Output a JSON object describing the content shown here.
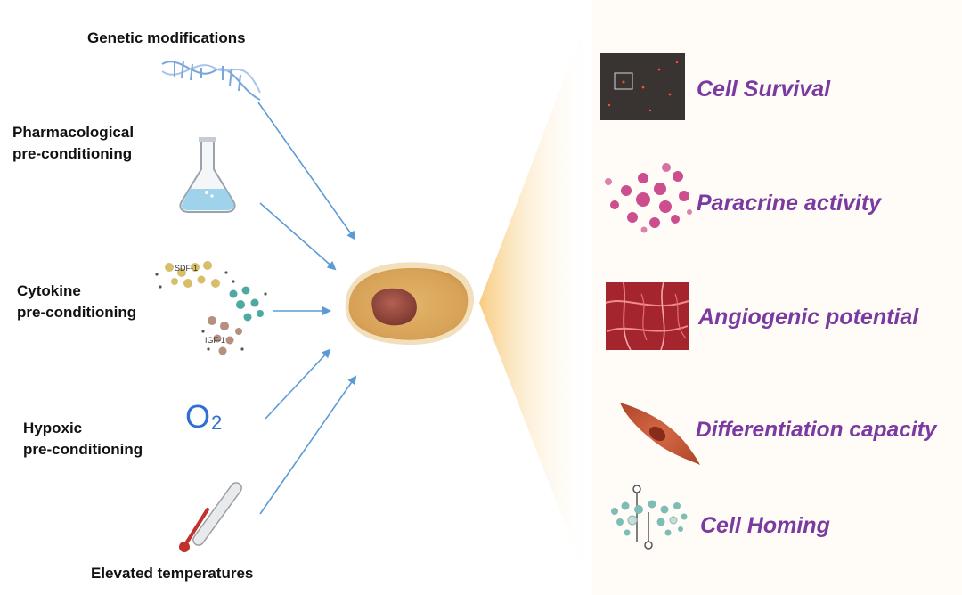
{
  "inputs": {
    "genetic": "Genetic modifications",
    "pharma_line1": "Pharmacological",
    "pharma_line2": "pre-conditioning",
    "cytokine_line1": "Cytokine",
    "cytokine_line2": "pre-conditioning",
    "hypoxic_line1": "Hypoxic",
    "hypoxic_line2": "pre-conditioning",
    "temperature": "Elevated temperatures"
  },
  "icon_text": {
    "sdf": "SDF-1",
    "igf": "IGF-1",
    "oxygen": "O",
    "oxygen_sub": "2"
  },
  "outcomes": {
    "survival": "Cell Survival",
    "paracrine": "Paracrine activity",
    "angiogenic": "Angiogenic potential",
    "differentiation": "Differentiation capacity",
    "homing": "Cell Homing"
  },
  "icons": [
    "dna-helix-icon",
    "flask-icon",
    "cytokine-molecules-icon",
    "oxygen-icon",
    "thermometer-icon",
    "stem-cell-icon",
    "cell-survival-micrograph-icon",
    "paracrine-vesicles-icon",
    "blood-vessels-icon",
    "spindle-cell-icon",
    "cell-homing-icon"
  ],
  "colors": {
    "outcome_text": "#7a3aa0",
    "arrow": "#5b9bd5",
    "fan_glow": "#f9d89a"
  }
}
